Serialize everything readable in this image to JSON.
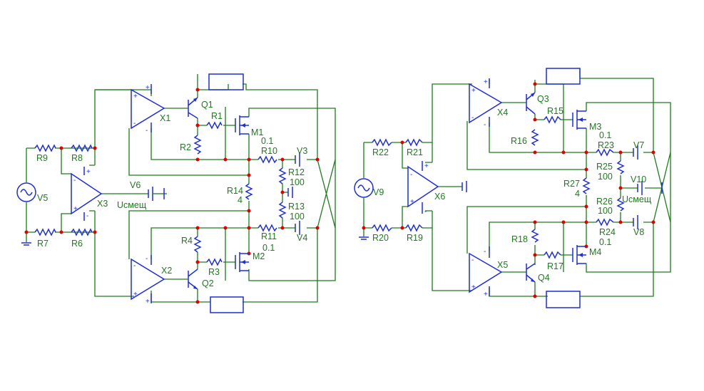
{
  "colors": {
    "wire": "#1e7a1e",
    "component": "#1e2fd0",
    "node": "#e00000",
    "background": "#ffffff"
  },
  "left": {
    "labels": {
      "q1": "Q1",
      "q2": "Q2",
      "r1": "R1",
      "r2": "R2",
      "r3": "R3",
      "r4": "R4",
      "x1": "X1",
      "x2": "X2",
      "x3": "X3",
      "m1": "M1",
      "m2": "M2",
      "r10": "R10",
      "r10v": "0.1",
      "r11": "R11",
      "r11v": "0.1",
      "r12": "R12",
      "r12v": "100",
      "r13": "R13",
      "r13v": "100",
      "r14": "R14",
      "r14v": "4",
      "v3": "V3",
      "v4": "V4",
      "v5": "V5",
      "v6": "V6",
      "v6v": "Uсмещ",
      "r6": "R6",
      "r7": "R7",
      "r8": "R8",
      "r9": "R9"
    }
  },
  "right": {
    "labels": {
      "q3": "Q3",
      "q4": "Q4",
      "r15": "R15",
      "r16": "R16",
      "r17": "R17",
      "r18": "R18",
      "x4": "X4",
      "x5": "X5",
      "x6": "X6",
      "m3": "M3",
      "m4": "M4",
      "r23": "R23",
      "r23v": "0.1",
      "r24": "R24",
      "r24v": "0.1",
      "r25": "R25",
      "r25v": "100",
      "r26": "R26",
      "r26v": "100",
      "r27": "R27",
      "r27v": "4",
      "v7": "V7",
      "v8": "V8",
      "v9": "V9",
      "v10": "V10",
      "v10v": "Uсмещ",
      "r19": "R19",
      "r20": "R20",
      "r21": "R21",
      "r22": "R22"
    }
  }
}
